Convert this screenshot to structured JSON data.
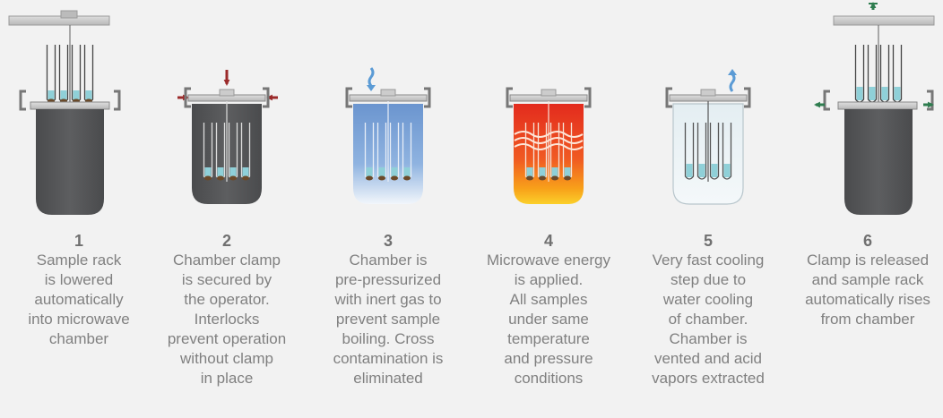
{
  "steps": [
    {
      "number": "1",
      "lines": [
        "Sample rack",
        "is lowered",
        "automatically",
        "into microwave",
        "chamber"
      ]
    },
    {
      "number": "2",
      "lines": [
        "Chamber clamp",
        "is secured by",
        "the operator.",
        "Interlocks",
        "prevent operation",
        "without clamp",
        "in place"
      ]
    },
    {
      "number": "3",
      "lines": [
        "Chamber is",
        "pre-pressurized",
        "with inert gas to",
        "prevent sample",
        "boiling. Cross",
        "contamination is",
        "eliminated"
      ]
    },
    {
      "number": "4",
      "lines": [
        "Microwave energy",
        "is applied.",
        "All samples",
        "under same",
        "temperature",
        "and pressure",
        "conditions"
      ]
    },
    {
      "number": "5",
      "lines": [
        "Very fast cooling",
        "step due to",
        "water cooling",
        "of chamber.",
        "Chamber is",
        "vented and acid",
        "vapors extracted"
      ]
    },
    {
      "number": "6",
      "lines": [
        "Clamp is released",
        "and sample rack",
        "automatically rises",
        "from chamber"
      ]
    }
  ],
  "colors": {
    "chamber_dark": "#58595b",
    "lid_grey": "#c8c8c8",
    "clamp_arrow": "#9b2a2a",
    "gas_arrow": "#5b9bd5",
    "release_arrow": "#2e7d4f",
    "liquid": "#8fd0d8",
    "sample": "#6b4a2a",
    "text": "#808080"
  },
  "icons": [
    "down-arrow-icon",
    "inward-arrow-icon",
    "squiggle-arrow-icon",
    "up-squiggle-arrow-icon",
    "outward-arrow-icon",
    "up-arrow-icon"
  ]
}
